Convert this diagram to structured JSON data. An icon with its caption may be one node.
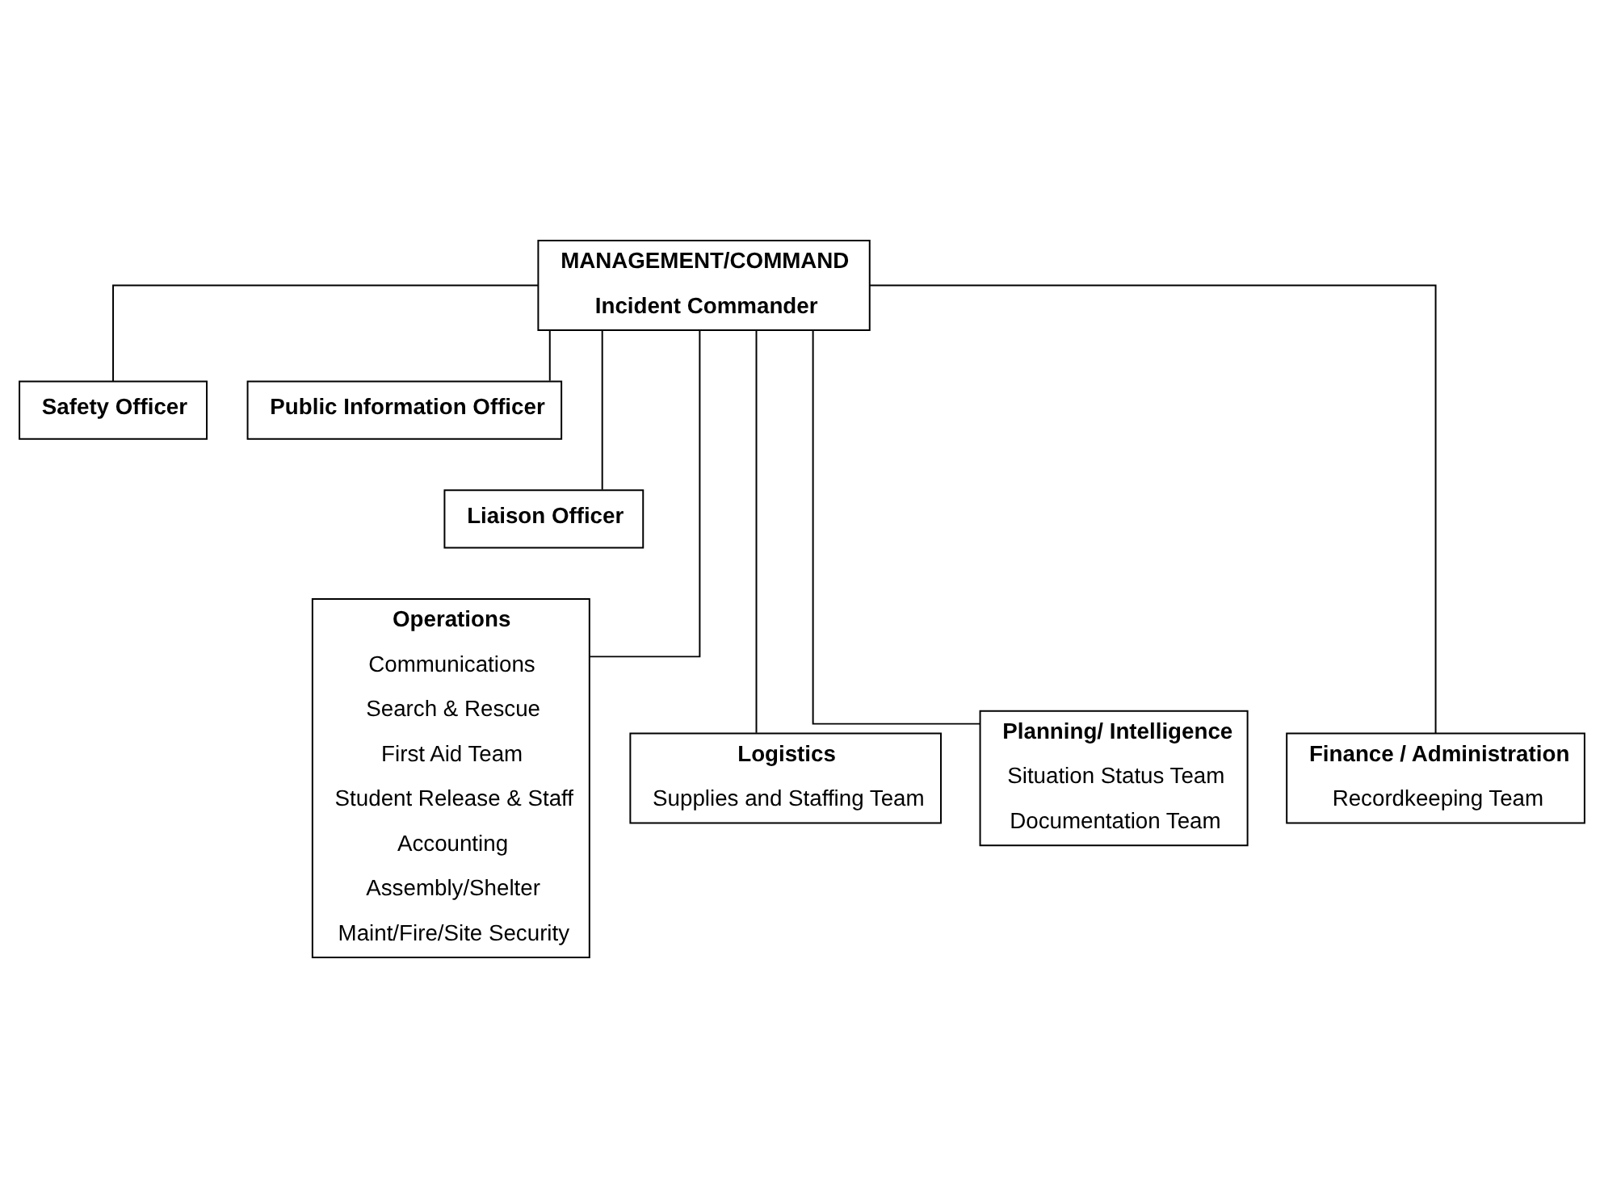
{
  "diagram": {
    "nodes": [
      {
        "text": [
          "MANAGEMENT/COMMAND",
          "Incident Commander"
        ]
      },
      {
        "text": [
          "Safety Officer"
        ]
      },
      {
        "text": [
          "Public Information Officer"
        ]
      },
      {
        "text": [
          "Liaison Officer"
        ]
      },
      {
        "text": [
          "Operations",
          "Communications",
          "Search & Rescue",
          "First Aid Team",
          "Student Release & Staff",
          "Accounting",
          "Assembly/Shelter",
          "Maint/Fire/Site Security"
        ]
      },
      {
        "text": [
          "Logistics",
          "Supplies and Staffing Team"
        ]
      },
      {
        "text": [
          "Planning/ Intelligence",
          "Situation Status Team",
          "Documentation Team"
        ]
      },
      {
        "text": [
          "Finance / Administration",
          "Recordkeeping Team"
        ]
      }
    ],
    "edges": [
      {
        "from": 0,
        "to": 1,
        "arrow": "none"
      },
      {
        "from": 0,
        "to": 2,
        "arrow": "none"
      },
      {
        "from": 0,
        "to": 3,
        "arrow": "none"
      },
      {
        "from": 0,
        "to": 4,
        "arrow": "none"
      },
      {
        "from": 0,
        "to": 5,
        "arrow": "none"
      },
      {
        "from": 0,
        "to": 6,
        "arrow": "none"
      },
      {
        "from": 0,
        "to": 7,
        "arrow": "none"
      }
    ]
  }
}
